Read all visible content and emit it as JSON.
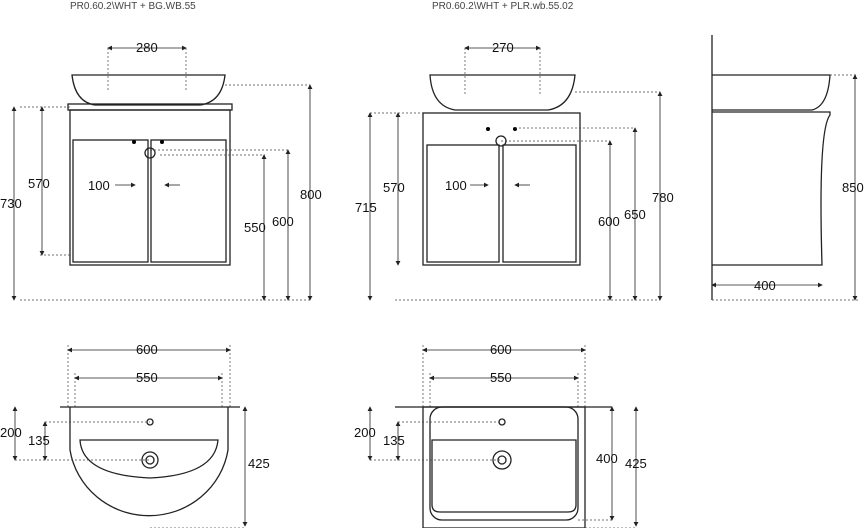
{
  "titles": {
    "left": "PR0.60.2\\WHT + BG.WB.55",
    "right": "PR0.60.2\\WHT + PLR.wb.55.02"
  },
  "front_left": {
    "d280": "280",
    "d730": "730",
    "d570": "570",
    "d100": "100",
    "d550": "550",
    "d600": "600",
    "d800": "800"
  },
  "front_right": {
    "d270": "270",
    "d715": "715",
    "d570": "570",
    "d100": "100",
    "d600": "600",
    "d650": "650",
    "d780": "780"
  },
  "side": {
    "d850": "850",
    "d400": "400"
  },
  "top_left": {
    "d600": "600",
    "d550": "550",
    "d200": "200",
    "d135": "135",
    "d425": "425"
  },
  "top_right": {
    "d600": "600",
    "d550": "550",
    "d200": "200",
    "d135": "135",
    "d400": "400",
    "d425": "425"
  }
}
